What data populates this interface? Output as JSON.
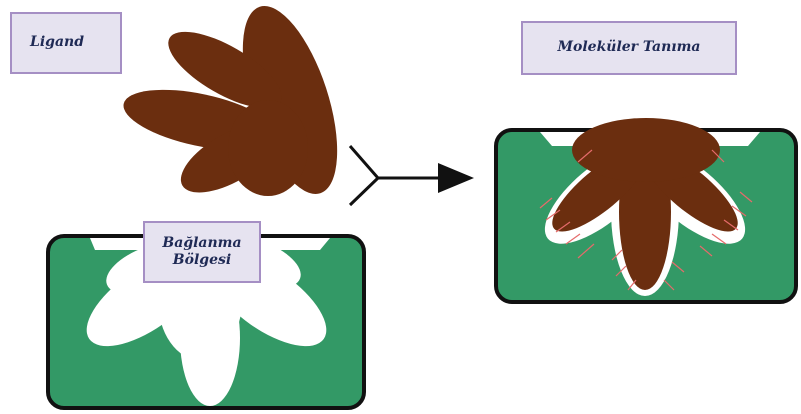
{
  "labels": {
    "ligand": "Ligand",
    "recognition": "Moleküler Tanıma",
    "binding_site_line1": "Bağlanma",
    "binding_site_line2": "Bölgesi"
  },
  "colors": {
    "ligand_brown": "#6b2e0f",
    "receptor_green": "#339966",
    "outline": "#111111",
    "label_fill": "#e6e3f0",
    "label_border": "#a58fc4",
    "label_text": "#1f2a55",
    "contact_lines": "#e56b6b"
  }
}
